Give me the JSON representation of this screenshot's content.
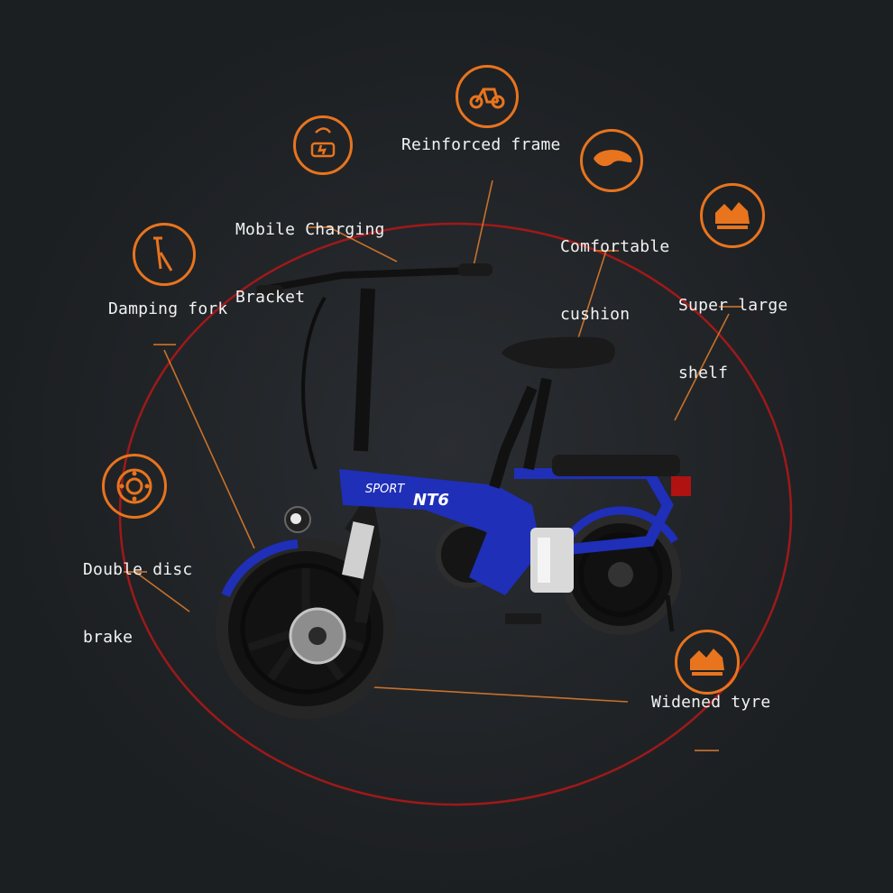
{
  "features": {
    "reinforced_frame": "Reinforced frame",
    "mobile_charging_line1": "Mobile Charging",
    "mobile_charging_line2": "Bracket",
    "comfortable_line1": "Comfortable",
    "comfortable_line2": "cushion",
    "super_large_line1": "Super large",
    "super_large_line2": "shelf",
    "damping_fork": "Damping fork",
    "double_disc_line1": "Double disc",
    "double_disc_line2": "brake",
    "widened_tyre": "Widened tyre"
  },
  "bike_decals": {
    "sport": "SPORT",
    "model": "NT6"
  },
  "colors": {
    "background": "#1c1f22",
    "accent": "#e8741e",
    "ring": "#b51717",
    "frame": "#1f2fb8",
    "label": "#f2f2f2"
  },
  "icons": [
    "frame-icon",
    "charging-bracket-icon",
    "seat-cushion-icon",
    "shelf-icon",
    "fork-icon",
    "disc-brake-icon",
    "tyre-icon"
  ]
}
